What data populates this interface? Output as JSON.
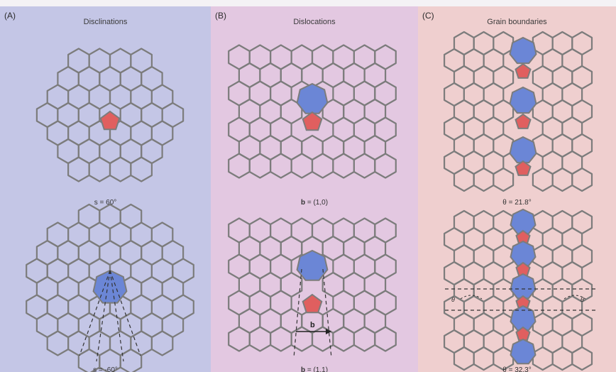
{
  "panels": [
    {
      "letter": "(A)",
      "title": "Disclinations",
      "top_caption": "s = 60°",
      "bottom_caption": "s = -60°",
      "color": "#c4c6e6"
    },
    {
      "letter": "(B)",
      "title": "Dislocations",
      "top_caption_symbol": "b",
      "top_caption_value": " = (1,0)",
      "bottom_caption_symbol": "b",
      "bottom_caption_value": " = (1,1)",
      "vector_label": "b",
      "color": "#e3c8e1"
    },
    {
      "letter": "(C)",
      "title": "Grain boundaries",
      "top_caption": "θ = 21.8°",
      "bottom_caption": "θ = 32.3°",
      "theta_left": "θ",
      "theta_right": "θ",
      "color": "#efcfcf"
    }
  ],
  "colors": {
    "lattice": "#7c7c7c",
    "pentagon": "#e05f5f",
    "heptagon": "#6b86d6",
    "guide": "#333333"
  }
}
